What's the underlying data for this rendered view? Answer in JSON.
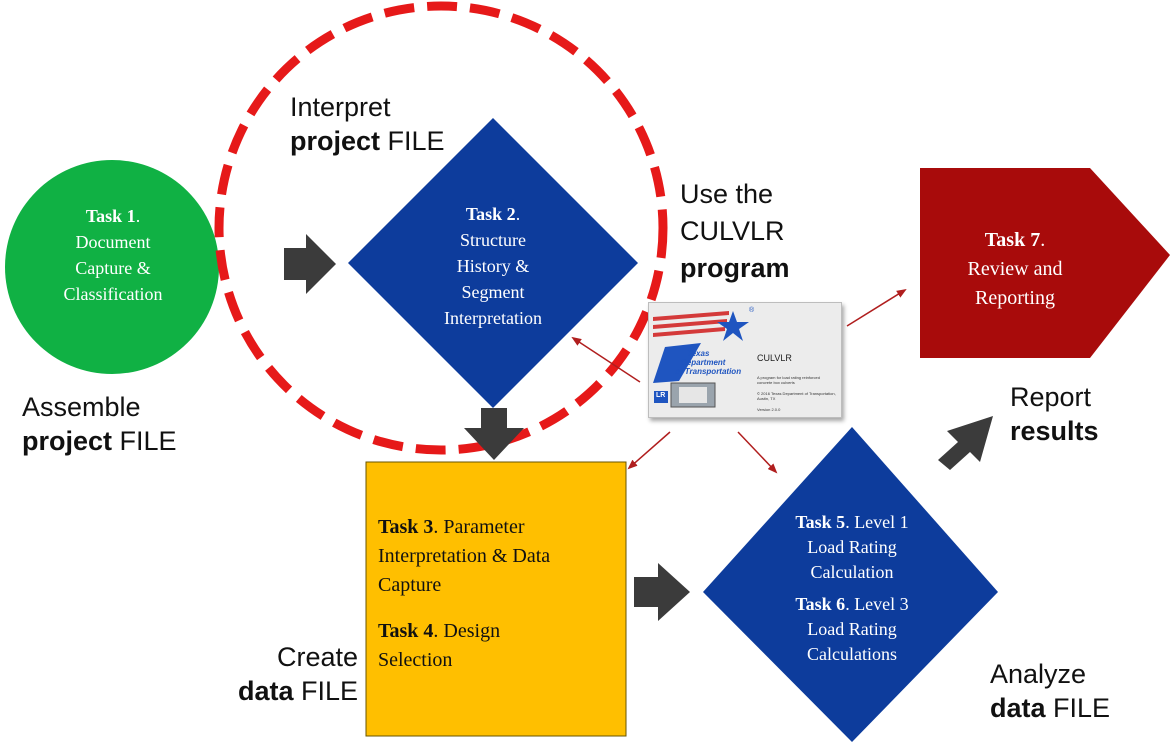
{
  "colors": {
    "task1": "#10b144",
    "task2": "#0d3c9c",
    "task3": "#ffbf00",
    "task5": "#0d3c9c",
    "task7": "#a80b0b",
    "dash_circle": "#e61919",
    "arrow_dark": "#3b3b3b",
    "arrow_red": "#b01e1e"
  },
  "labels": {
    "assemble": {
      "line1": "Assemble",
      "bold": "project",
      "rest": " FILE"
    },
    "interpret": {
      "line1": "Interpret",
      "bold": "project",
      "rest": " FILE"
    },
    "use": {
      "line1": "Use the",
      "line2": "CULVLR",
      "bold": "program"
    },
    "report": {
      "line1": "Report",
      "bold": "results"
    },
    "create": {
      "line1": "Create",
      "bold": "data",
      "rest": " FILE"
    },
    "analyze": {
      "line1": "Analyze",
      "bold": "data",
      "rest": " FILE"
    }
  },
  "tasks": {
    "t1": {
      "bold": "Task 1",
      "suffix": ".",
      "l1": "Document",
      "l2": "Capture &",
      "l3": "Classification"
    },
    "t2": {
      "bold": "Task 2",
      "suffix": ".",
      "l1": "Structure",
      "l2": "History &",
      "l3": "Segment",
      "l4": "Interpretation"
    },
    "t3": {
      "bold": "Task 3",
      "text": ". Parameter Interpretation & Data Capture"
    },
    "t4": {
      "bold": "Task 4",
      "text": ". Design Selection"
    },
    "t5": {
      "bold": "Task 5",
      "text": ". Level 1",
      "l2": "Load Rating",
      "l3": "Calculation"
    },
    "t6": {
      "bold": "Task 6",
      "text": ". Level 3",
      "l2": "Load Rating",
      "l3": "Calculations"
    },
    "t7": {
      "bold": "Task 7",
      "suffix": ".",
      "l1": "Review and",
      "l2": "Reporting"
    }
  },
  "splash": {
    "logo_line1": "Texas",
    "logo_line2": "Department",
    "logo_line3": "of Transportation",
    "badge": "LR",
    "app_name": "CULVLR",
    "desc": "A program for load rating reinforced concrete box culverts",
    "copyright": "© 2016 Texas Department of Transportation, Austin, TX",
    "version": "Version 2.0.0",
    "registered": "®"
  }
}
